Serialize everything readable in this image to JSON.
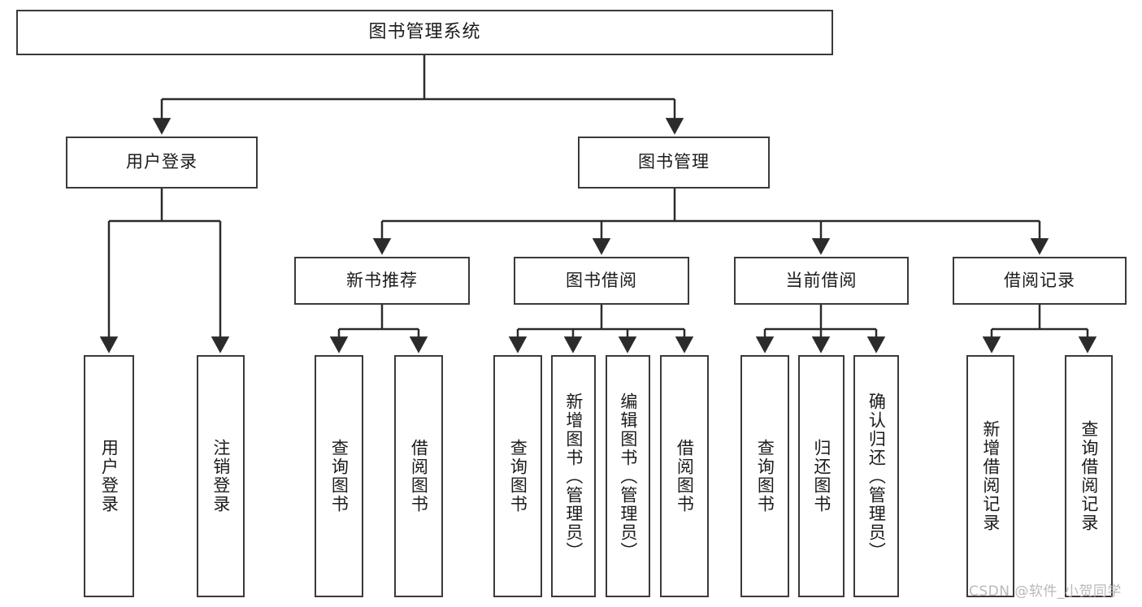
{
  "diagram": {
    "title": "图书管理系统",
    "root": {
      "label": "图书管理系统"
    },
    "level2": [
      {
        "label": "用户登录"
      },
      {
        "label": "图书管理"
      }
    ],
    "level3": [
      {
        "label": "新书推荐"
      },
      {
        "label": "图书借阅"
      },
      {
        "label": "当前借阅"
      },
      {
        "label": "借阅记录"
      }
    ],
    "leaves": [
      {
        "label": "用户登录"
      },
      {
        "label": "注销登录"
      },
      {
        "label": "查询图书"
      },
      {
        "label": "借阅图书"
      },
      {
        "label": "查询图书"
      },
      {
        "label": "新增图书（管理员）"
      },
      {
        "label": "编辑图书（管理员）"
      },
      {
        "label": "借阅图书"
      },
      {
        "label": "查询图书"
      },
      {
        "label": "归还图书"
      },
      {
        "label": "确认归还（管理员）"
      },
      {
        "label": "新增借阅记录"
      },
      {
        "label": "查询借阅记录"
      }
    ]
  },
  "watermark": {
    "text": "CSDN @软件_小贺同学"
  },
  "colors": {
    "stroke": "#3a3a3a",
    "fill": "#ffffff",
    "text": "#1b1b1b",
    "watermark": "#b9b9b9"
  }
}
